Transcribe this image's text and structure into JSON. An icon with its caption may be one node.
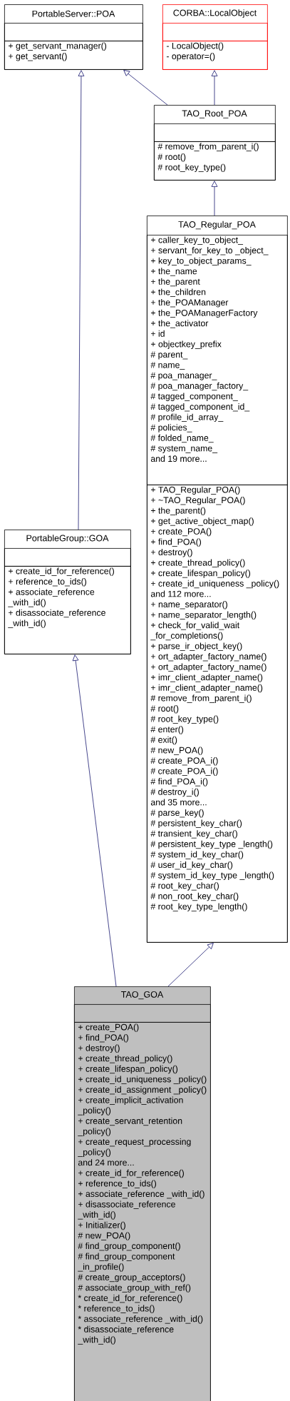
{
  "diagram": {
    "nodes": [
      {
        "text": [
          "PortableServer::POA"
        ]
      },
      {
        "text": [],
        "shape": "box",
        "in": 0
      },
      {
        "text": [
          "+ get_servant_manager()",
          "+ get_servant()"
        ],
        "in": 0
      },
      {
        "text": [
          "CORBA::LocalObject"
        ]
      },
      {
        "text": [],
        "shape": "box",
        "in": 3
      },
      {
        "text": [
          "- LocalObject()",
          "- operator=()"
        ],
        "in": 3
      },
      {
        "text": [
          "TAO_Root_POA"
        ]
      },
      {
        "text": [],
        "shape": "box",
        "in": 6
      },
      {
        "text": [
          "# remove_from_parent_i()",
          "# root()",
          "# root_key_type()"
        ],
        "in": 6
      },
      {
        "text": [
          "TAO_Regular_POA"
        ]
      },
      {
        "text": [
          "+ caller_key_to_object_",
          "+ servant_for_key_to _object_",
          "+ key_to_object_params_",
          "+ the_name",
          "+ the_parent",
          "+ the_children",
          "+ the_POAManager",
          "+ the_POAManagerFactory",
          "+ the_activator",
          "+ id",
          "+ objectkey_prefix",
          "# parent_",
          "# name_",
          "# poa_manager_",
          "# poa_manager_factory_",
          "# tagged_component_",
          "# tagged_component_id_",
          "# profile_id_array_",
          "# policies_",
          "# folded_name_",
          "# system_name_",
          "and 19 more..."
        ],
        "in": 9
      },
      {
        "text": [
          "+ TAO_Regular_POA()",
          "+ ~TAO_Regular_POA()",
          "+ the_parent()",
          "+ get_active_object_map()",
          "+ create_POA()",
          "+ find_POA()",
          "+ destroy()",
          "+ create_thread_policy()",
          "+ create_lifespan_policy()",
          "+ create_id_uniqueness _policy()",
          "and 112 more...",
          "+ name_separator()",
          "+ name_separator_length()",
          "+ check_for_valid_wait _for_completions()",
          "+ parse_ir_object_key()",
          "+ ort_adapter_factory_name()",
          "+ ort_adapter_factory_name()",
          "+ imr_client_adapter_name()",
          "+ imr_client_adapter_name()",
          "# remove_from_parent_i()",
          "# root()",
          "# root_key_type()",
          "# enter()",
          "# exit()",
          "# new_POA()",
          "# create_POA_i()",
          "# create_POA_i()",
          "# find_POA_i()",
          "# destroy_i()",
          "and 35 more...",
          "# parse_key()",
          "# persistent_key_char()",
          "# transient_key_char()",
          "# persistent_key_type _length()",
          "# system_id_key_char()",
          "# user_id_key_char()",
          "# system_id_key_type _length()",
          "# root_key_char()",
          "# non_root_key_char()",
          "# root_key_type_length()"
        ],
        "in": 9
      },
      {
        "text": [
          "PortableGroup::GOA"
        ]
      },
      {
        "text": [],
        "shape": "box",
        "in": 12
      },
      {
        "text": [
          "+ create_id_for_reference()",
          "+ reference_to_ids()",
          "+ associate_reference _with_id()",
          "+ disassociate_reference _with_id()"
        ],
        "in": 12
      },
      {
        "text": [
          "TAO_GOA"
        ]
      },
      {
        "text": [],
        "shape": "box",
        "in": 15
      },
      {
        "text": [
          "+ create_POA()",
          "+ find_POA()",
          "+ destroy()",
          "+ create_thread_policy()",
          "+ create_lifespan_policy()",
          "+ create_id_uniqueness _policy()",
          "+ create_id_assignment _policy()",
          "+ create_implicit_activation _policy()",
          "+ create_servant_retention _policy()",
          "+ create_request_processing _policy()",
          "and 24 more...",
          "+ create_id_for_reference()",
          "+ reference_to_ids()",
          "+ associate_reference _with_id()",
          "+ disassociate_reference _with_id()",
          "+ Initializer()",
          "# new_POA()",
          "# find_group_component()",
          "# find_group_component _in_profile()",
          "# create_group_acceptors()",
          "# associate_group_with_ref()",
          "* create_id_for_reference()",
          "* reference_to_ids()",
          "* associate_reference _with_id()",
          "* disassociate_reference _with_id()"
        ],
        "in": 15
      }
    ],
    "edges": [
      {
        "from": 6,
        "to": 0,
        "arrow": "to"
      },
      {
        "from": 6,
        "to": 3,
        "arrow": "to"
      },
      {
        "from": 9,
        "to": 6,
        "arrow": "to"
      },
      {
        "from": 12,
        "to": 0,
        "arrow": "to"
      },
      {
        "from": 15,
        "to": 12,
        "arrow": "to"
      },
      {
        "from": 15,
        "to": 9,
        "arrow": "to"
      }
    ]
  }
}
